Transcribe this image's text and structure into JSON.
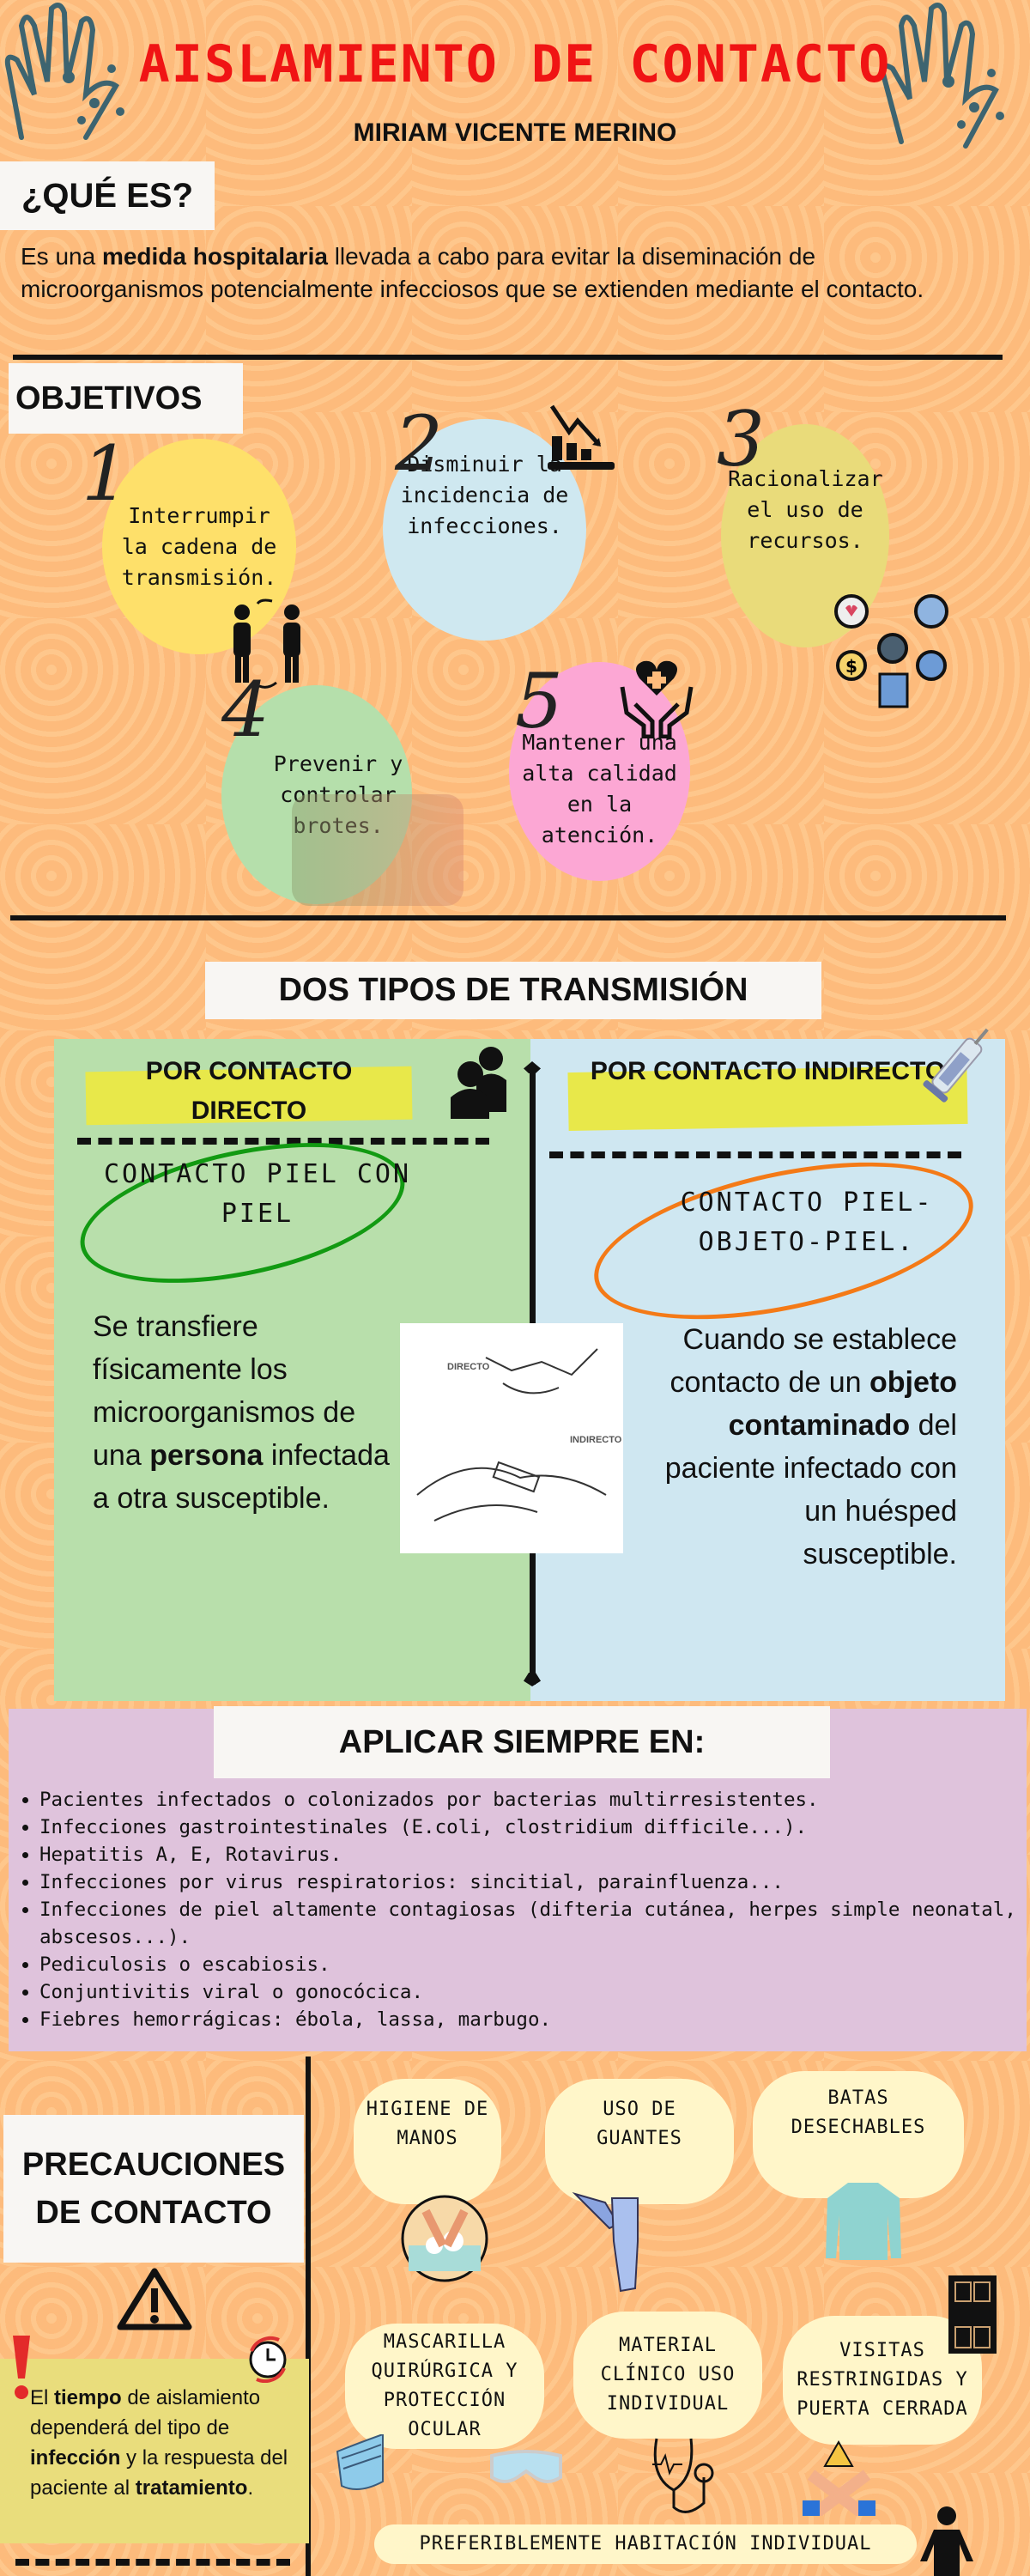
{
  "header": {
    "title": "AISLAMIENTO DE CONTACTO",
    "author": "MIRIAM VICENTE MERINO"
  },
  "que_es": {
    "heading": "¿QUÉ ES?",
    "text_before": "Es una ",
    "text_bold": "medida hospitalaria",
    "text_after": " llevada a cabo para evitar la diseminación de microorganismos potencialmente infecciosos que se extienden mediante el contacto."
  },
  "objetivos": {
    "heading": "OBJETIVOS",
    "items": [
      {
        "number": "1",
        "text": "Interrumpir la cadena de transmisión.",
        "color": "#fee06a",
        "icon": "people-transmission-icon"
      },
      {
        "number": "2",
        "text": "Disminuir la incidencia de infecciones.",
        "color": "#cfe8f0",
        "icon": "chart-decrease-icon"
      },
      {
        "number": "3",
        "text": "Racionalizar el uso de recursos.",
        "color": "#e9db7a",
        "icon": "resources-icon"
      },
      {
        "number": "4",
        "text": "Prevenir y controlar brotes.",
        "color": "#b5dfab",
        "icon": "outbreak-people-icon"
      },
      {
        "number": "5",
        "text": "Mantener una alta calidad en la atención.",
        "color": "#fca7d4",
        "icon": "care-hands-heart-icon"
      }
    ]
  },
  "transmision": {
    "heading": "DOS TIPOS DE TRANSMISIÓN",
    "directo": {
      "header": "POR CONTACTO DIRECTO",
      "circled": "CONTACTO PIEL CON PIEL",
      "text_before": "Se transfiere físicamente los microorganismos de una ",
      "text_bold": "persona",
      "text_after": " infectada a otra susceptible.",
      "bg": "#b8dfab",
      "ring": "#129a12"
    },
    "indirecto": {
      "header": "POR CONTACTO INDIRECTO",
      "circled": "CONTACTO PIEL-OBJETO-PIEL.",
      "text_before": "Cuando se establece contacto de un ",
      "text_bold": "objeto contaminado",
      "text_after": " del paciente infectado con un huésped susceptible.",
      "bg": "#cfe7f1",
      "ring": "#f47a17"
    },
    "illustration_labels": {
      "directo": "DIRECTO",
      "indirecto": "INDIRECTO"
    }
  },
  "aplicar": {
    "heading": "APLICAR SIEMPRE EN:",
    "bg": "#dfc3dc",
    "items": [
      "Pacientes infectados o colonizados por bacterias multirresistentes.",
      "Infecciones gastrointestinales (E.coli, clostridium difficile...).",
      "Hepatitis A, E, Rotavirus.",
      "Infecciones por virus respiratorios: sincitial, parainfluenza...",
      "Infecciones de piel altamente contagiosas (difteria cutánea, herpes simple neonatal, abscesos...).",
      "Pediculosis o escabiosis.",
      "Conjuntivitis viral o gonocócica.",
      "Fiebres hemorrágicas: ébola, lassa, marbugo."
    ]
  },
  "precauciones": {
    "heading": "PRECAUCIONES DE CONTACTO",
    "note": {
      "t1": "El ",
      "b1": "tiempo",
      "t2": " de aislamiento dependerá del tipo de ",
      "b2": "infección",
      "t3": " y la respuesta del paciente al ",
      "b3": "tratamiento",
      "t4": "."
    },
    "items": [
      {
        "label": "HIGIENE DE MANOS",
        "icon": "handwashing-icon"
      },
      {
        "label": "USO DE GUANTES",
        "icon": "gloves-icon"
      },
      {
        "label": "BATAS DESECHABLES",
        "icon": "gown-icon"
      },
      {
        "label": "MASCARILLA QUIRÚRGICA Y PROTECCIÓN OCULAR",
        "icon": "mask-goggles-icon"
      },
      {
        "label": "MATERIAL CLÍNICO USO INDIVIDUAL",
        "icon": "stethoscope-icon"
      },
      {
        "label": "VISITAS RESTRINGIDAS Y PUERTA CERRADA",
        "icon": "door-icon"
      }
    ],
    "footer": "PREFERIBLEMENTE HABITACIÓN INDIVIDUAL"
  }
}
